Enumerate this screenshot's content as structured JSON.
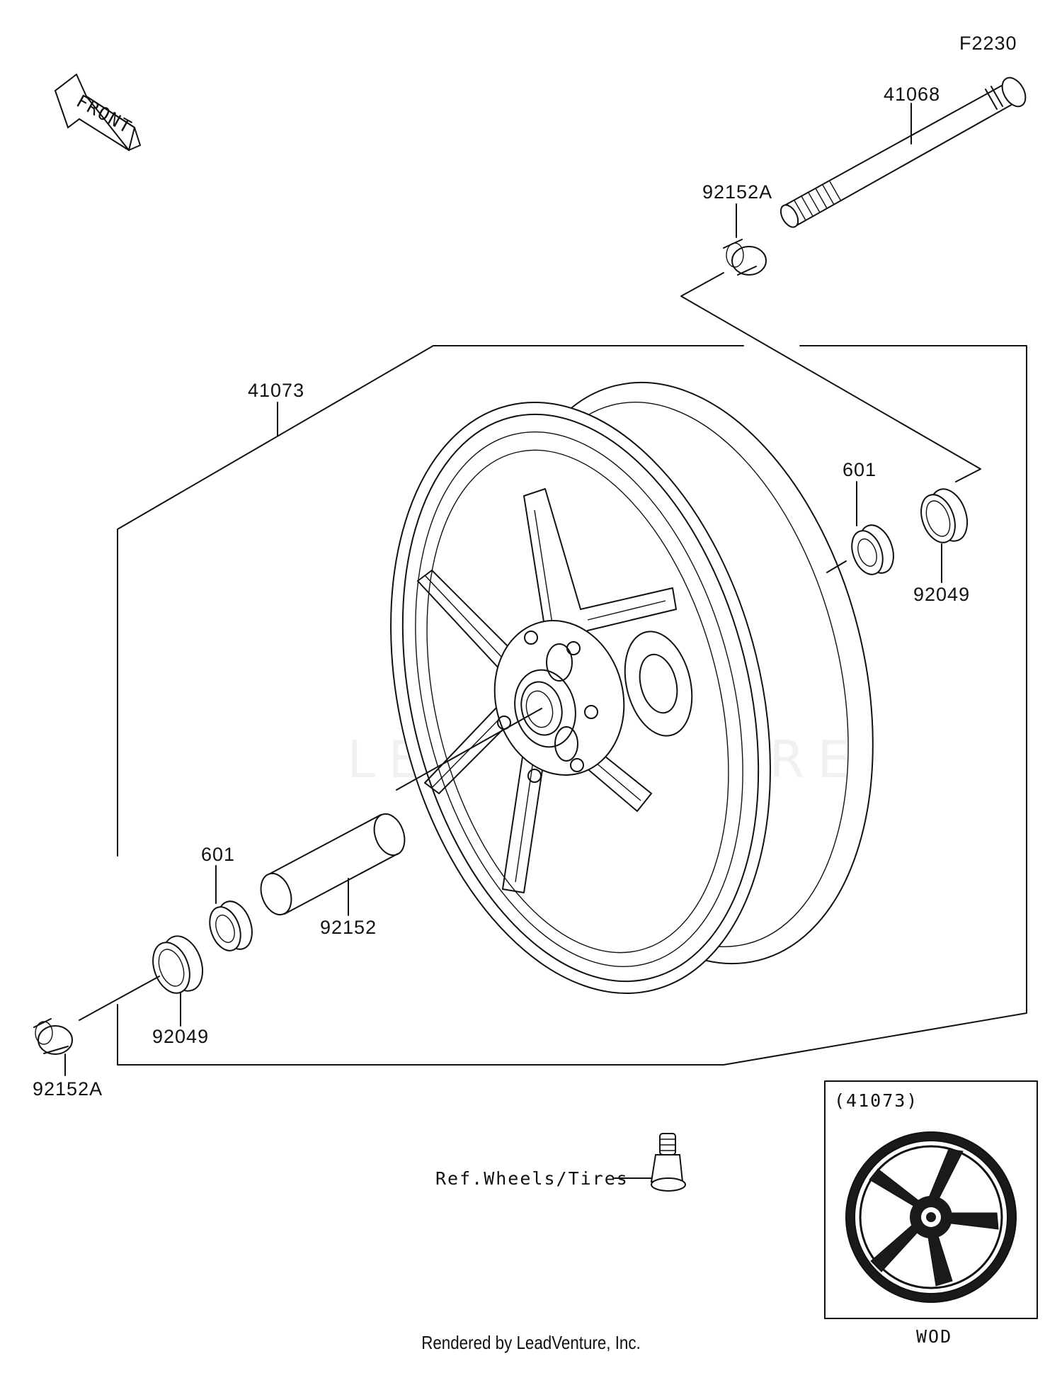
{
  "diagram_code": "F2230",
  "front_arrow_label": "FRONT",
  "labels": {
    "axle": "41068",
    "collar_top": "92152A",
    "wheel": "41073",
    "bearing_right": "601",
    "seal_right": "92049",
    "bearing_left": "601",
    "spacer": "92152",
    "seal_left": "92049",
    "collar_bottom": "92152A"
  },
  "valve_ref": "Ref.Wheels/Tires",
  "inset": {
    "title": "(41073)",
    "caption": "WOD"
  },
  "watermark": "LEADVENTURE",
  "footer": "Rendered by LeadVenture, Inc."
}
